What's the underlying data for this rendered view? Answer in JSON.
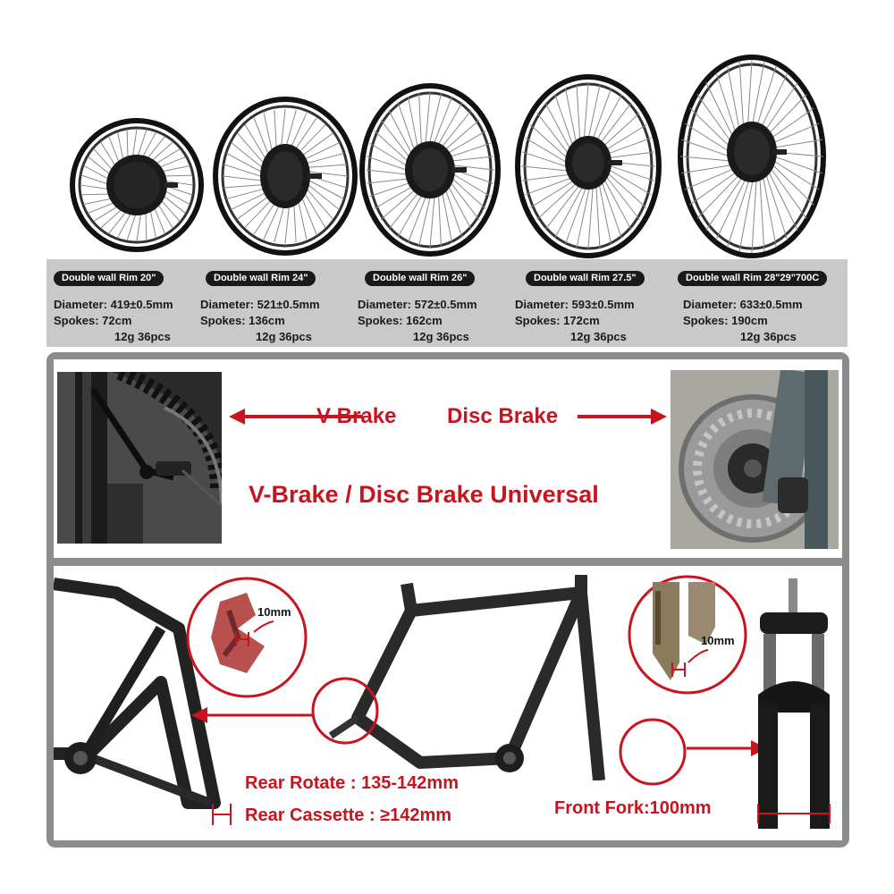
{
  "wheels": [
    {
      "badge": "Double wall Rim 20\"",
      "diameter": "Diameter: 419±0.5mm",
      "spokes": "Spokes: 72cm",
      "spoke_spec": "12g 36pcs"
    },
    {
      "badge": "Double wall Rim 24\"",
      "diameter": "Diameter: 521±0.5mm",
      "spokes": "Spokes: 136cm",
      "spoke_spec": "12g 36pcs"
    },
    {
      "badge": "Double wall Rim 26\"",
      "diameter": "Diameter: 572±0.5mm",
      "spokes": "Spokes: 162cm",
      "spoke_spec": "12g 36pcs"
    },
    {
      "badge": "Double wall Rim 27.5\"",
      "diameter": "Diameter: 593±0.5mm",
      "spokes": "Spokes: 172cm",
      "spoke_spec": "12g 36pcs"
    },
    {
      "badge": "Double wall Rim 28\"29\"700C",
      "diameter": "Diameter: 633±0.5mm",
      "spokes": "Spokes: 190cm",
      "spoke_spec": "12g 36pcs"
    }
  ],
  "brakes": {
    "v_brake": "V-Brake",
    "disc_brake": "Disc Brake",
    "universal": "V-Brake / Disc Brake Universal"
  },
  "frame": {
    "rear_dropout": "10mm",
    "front_dropout": "10mm",
    "rear_rotate": "Rear Rotate : 135-142mm",
    "rear_cassette": "Rear Cassette : ≥142mm",
    "front_fork": "Front Fork:100mm"
  },
  "colors": {
    "accent_red": "#c8141e",
    "band_gray": "#c9c9c9",
    "border_gray": "#8c8c8c"
  }
}
